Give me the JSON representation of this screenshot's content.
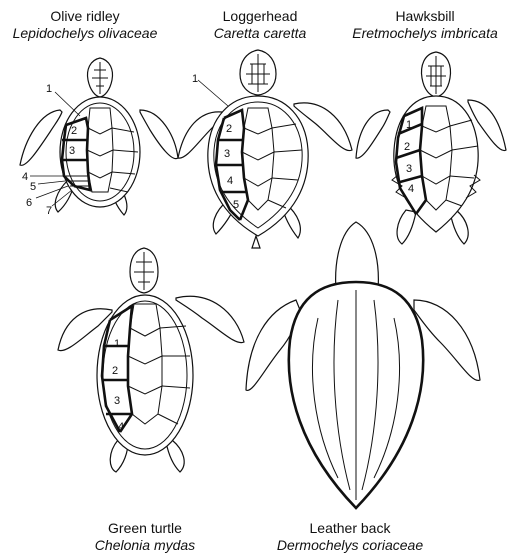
{
  "species": [
    {
      "id": "olive-ridley",
      "common": "Olive ridley",
      "scientific": "Lepidochelys olivaceae",
      "scute_labels": [
        "1",
        "2",
        "3",
        "4",
        "5",
        "6",
        "7"
      ]
    },
    {
      "id": "loggerhead",
      "common": "Loggerhead",
      "scientific": "Caretta caretta",
      "scute_labels": [
        "1",
        "2",
        "3",
        "4",
        "5"
      ]
    },
    {
      "id": "hawksbill",
      "common": "Hawksbill",
      "scientific": "Eretmochelys imbricata",
      "scute_labels": [
        "1",
        "2",
        "3",
        "4"
      ]
    },
    {
      "id": "green-turtle",
      "common": "Green turtle",
      "scientific": "Chelonia mydas",
      "scute_labels": [
        "1",
        "2",
        "3",
        "4"
      ]
    },
    {
      "id": "leatherback",
      "common": "Leather back",
      "scientific": "Dermochelys coriaceae",
      "scute_labels": []
    }
  ],
  "colors": {
    "ink": "#111111",
    "background": "#ffffff"
  }
}
